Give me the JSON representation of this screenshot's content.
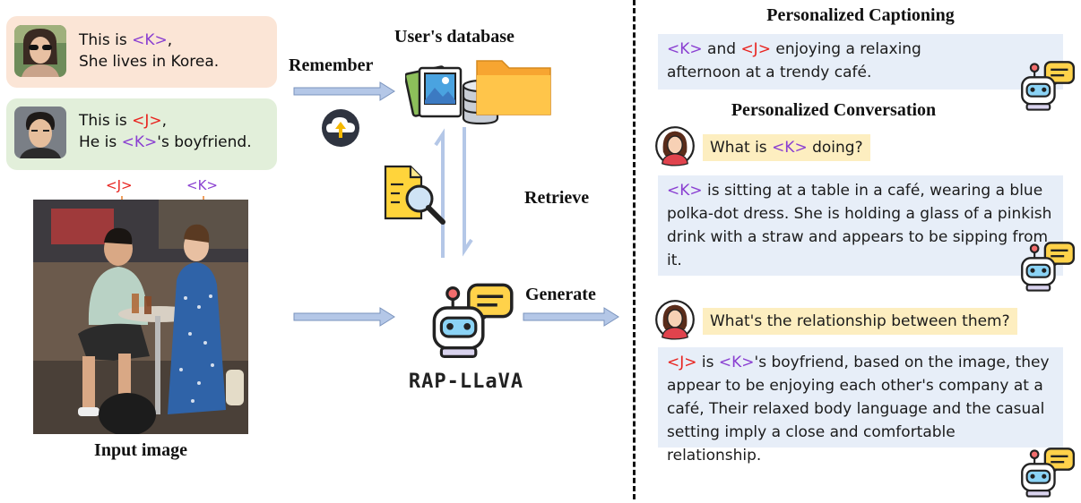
{
  "cards": [
    {
      "line1_pre": "This is ",
      "token": "<K>",
      "line1_post": ",",
      "line2": "She lives in Korea.",
      "token_class": "k"
    },
    {
      "line1_pre": "This is ",
      "token": "<J>",
      "line1_post": ",",
      "line2_pre": "He is ",
      "line2_token": "<K>",
      "line2_post": "'s boyfriend.",
      "token_class": "j"
    }
  ],
  "image_labels": {
    "j": "<J>",
    "k": "<K>"
  },
  "input_image_caption": "Input image",
  "remember_label": "Remember",
  "database_title": "User's database",
  "retrieve_label": "Retrieve",
  "generate_label": "Generate",
  "model_name": "RAP-LLaVA",
  "captioning_title": "Personalized Captioning",
  "caption": {
    "t1": "<K>",
    "mid1": " and ",
    "t2": "<J>",
    "rest": " enjoying a relaxing afternoon at a trendy café."
  },
  "conversation_title": "Personalized Conversation",
  "q1": {
    "pre": "What is ",
    "tok": "<K>",
    "post": " doing?"
  },
  "a1": {
    "tok": "<K>",
    "rest": " is sitting at a table in a café, wearing a blue polka-dot dress. She is holding a glass of a pinkish drink with a straw and appears to be sipping from it."
  },
  "q2": "What's the relationship between them?",
  "a2": {
    "t1": "<J>",
    "mid": " is ",
    "t2": "<K>",
    "rest": "'s boyfriend, based on the image, they appear to be enjoying each other's company at a café, Their relaxed body language and the casual setting imply a close and comfortable relationship."
  },
  "colors": {
    "k_token": "#8a3fd1",
    "j_token": "#e8231f",
    "card1_bg": "#fbe5d6",
    "card2_bg": "#e2efda",
    "answer_bg": "#e7eef8",
    "question_bg": "#fdeec0",
    "arrow": "#b4c7e7"
  }
}
